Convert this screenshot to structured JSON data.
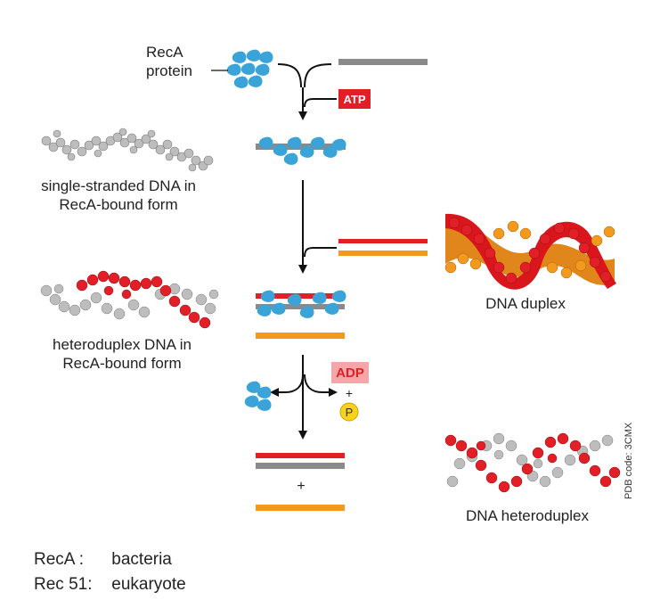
{
  "labels": {
    "reca_protein_line1": "RecA",
    "reca_protein_line2": "protein",
    "ss_dna_line1": "single-stranded DNA in",
    "ss_dna_line2": "RecA-bound form",
    "hetero_reca_line1": "heteroduplex DNA in",
    "hetero_reca_line2": "RecA-bound form",
    "dna_duplex": "DNA duplex",
    "dna_heteroduplex": "DNA heteroduplex",
    "atp": "ATP",
    "adp": "ADP",
    "plus_small": "+",
    "phosphate": "P",
    "plus_product": "+",
    "pdb_code": "PDB code: 3CMX"
  },
  "legend": [
    {
      "name": "RecA :",
      "value": "bacteria"
    },
    {
      "name": "Rec 51:",
      "value": "eukaryote"
    }
  ],
  "colors": {
    "strand_gray": "#8a8a8a",
    "strand_red": "#e21f26",
    "strand_orange": "#f39a1e",
    "reca_blue": "#3aa3d8",
    "atp_red": "#e21f26",
    "adp_pink": "#f4a7a9",
    "phosphate_yellow": "#f7d417",
    "arrow": "#111111"
  }
}
